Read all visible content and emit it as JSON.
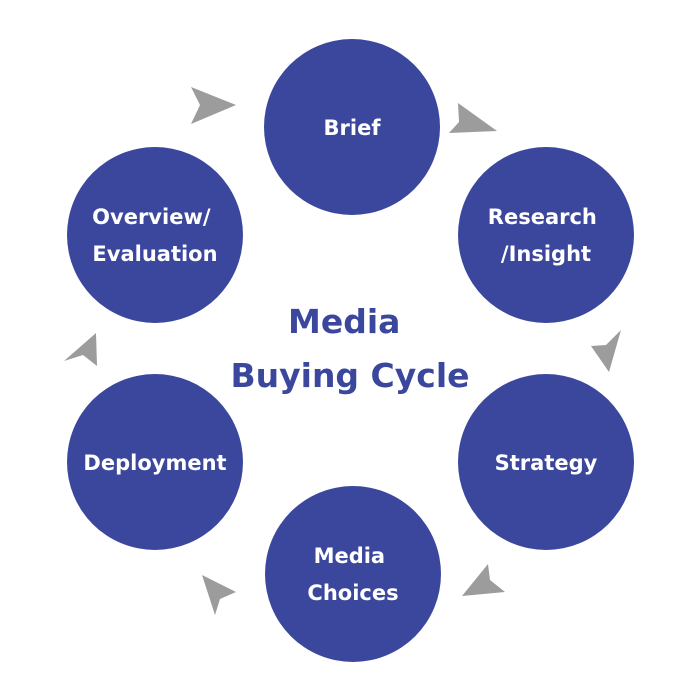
{
  "diagram": {
    "center_title": [
      "Media",
      "Buying Cycle"
    ],
    "nodes": [
      {
        "id": "brief",
        "lines": [
          "Brief"
        ]
      },
      {
        "id": "research",
        "lines": [
          "Research",
          "/Insight"
        ]
      },
      {
        "id": "strategy",
        "lines": [
          "Strategy"
        ]
      },
      {
        "id": "media-choices",
        "lines": [
          "Media",
          "Choices"
        ]
      },
      {
        "id": "deployment",
        "lines": [
          "Deployment"
        ]
      },
      {
        "id": "overview",
        "lines": [
          "Overview/",
          "Evaluation"
        ]
      }
    ],
    "flow_direction": "clockwise",
    "colors": {
      "circle": "#3a479d",
      "label": "#ffffff",
      "title": "#3a479d",
      "arrow": "#9c9c9c"
    }
  }
}
